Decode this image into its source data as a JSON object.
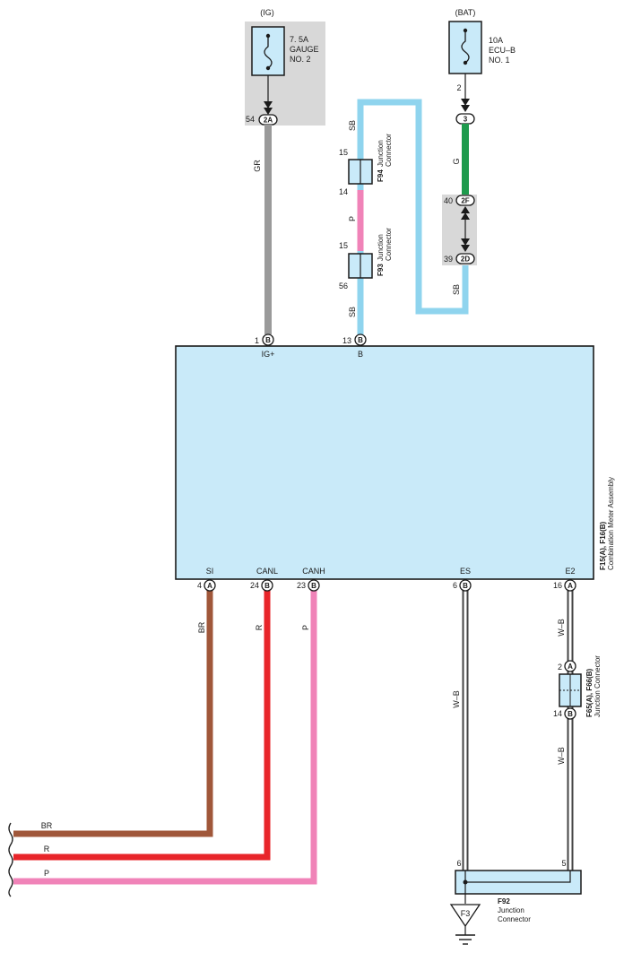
{
  "colors": {
    "GR": "#9a9a9a",
    "SB": "#8fd4ee",
    "G": "#1e9b4d",
    "P": "#f083b8",
    "BR": "#a0573a",
    "R": "#e8252a",
    "WB_outer": "#444444",
    "WB_inner": "#ffffff",
    "component_fill": "#c9eaf9",
    "supply_box": "#d8d8d8",
    "fuse_fill": "#c9eaf9"
  },
  "power": {
    "ig": {
      "source": "(IG)",
      "fuse_line1": "7. 5A",
      "fuse_line2": "GAUGE",
      "fuse_line3": "NO. 2",
      "pin": "54",
      "conn": "2A"
    },
    "bat": {
      "source": "(BAT)",
      "fuse_line1": "10A",
      "fuse_line2": "ECU–B",
      "fuse_line3": "NO. 1",
      "pin_top": "2",
      "conn3": "3"
    }
  },
  "wires": {
    "gr": "GR",
    "sb_top": "SB",
    "p_mid": "P",
    "sb_bottom": "SB",
    "g": "G",
    "sb_right": "SB",
    "br": "BR",
    "r": "R",
    "p_can": "P",
    "wb1": "W–B",
    "wb2": "W–B",
    "wb3": "W–B"
  },
  "junctions": {
    "f94": {
      "id": "F94",
      "name_line1": "Junction",
      "name_line2": "Connector",
      "pin_top": "15",
      "pin_bottom": "14"
    },
    "f93": {
      "id": "F93",
      "name_line1": "Junction",
      "name_line2": "Connector",
      "pin_top": "15",
      "pin_bottom": "56"
    },
    "jc2f": {
      "pin": "40",
      "conn": "2F"
    },
    "jc2d": {
      "pin": "39",
      "conn": "2D"
    },
    "f65": {
      "id": "F65(A), F66(B)",
      "name": "Junction Connector",
      "pin_top": "2",
      "conn_top": "A",
      "pin_bottom": "14",
      "conn_bottom": "B"
    },
    "f92": {
      "id": "F92",
      "name_line1": "Junction",
      "name_line2": "Connector",
      "pin_left": "6",
      "pin_right": "5"
    }
  },
  "meter": {
    "id": "F15(A), F16(B)",
    "name": "Combination Meter Assembly",
    "top_pins": [
      {
        "num": "1",
        "conn": "B",
        "label": "IG+"
      },
      {
        "num": "13",
        "conn": "B",
        "label": "B"
      }
    ],
    "bottom_pins": [
      {
        "num": "4",
        "conn": "A",
        "label": "SI"
      },
      {
        "num": "24",
        "conn": "B",
        "label": "CANL"
      },
      {
        "num": "23",
        "conn": "B",
        "label": "CANH"
      },
      {
        "num": "6",
        "conn": "B",
        "label": "ES"
      },
      {
        "num": "16",
        "conn": "A",
        "label": "E2"
      }
    ]
  },
  "ground": {
    "label": "F3"
  }
}
